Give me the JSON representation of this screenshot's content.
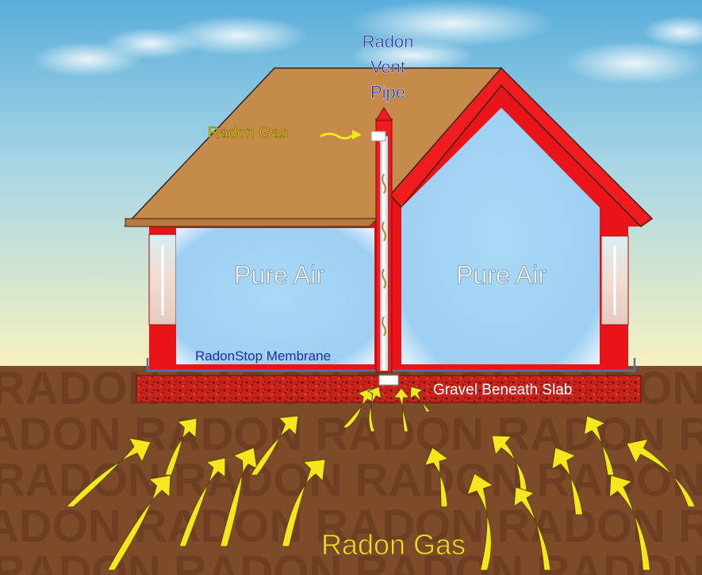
{
  "labels": {
    "vent_pipe": [
      "Radon",
      "Vent",
      "Pipe"
    ],
    "radon_gas_vent": "Radon Gas",
    "pure_air_left": "Pure Air",
    "pure_air_right": "Pure Air",
    "membrane": "RadonStop Membrane",
    "gravel": "Gravel Beneath Slab",
    "radon_gas_bottom": "Radon Gas",
    "soil_watermark": "RADON"
  },
  "colors": {
    "sky_top": "#5fb3dc",
    "sky_bottom": "#f4f0c2",
    "roof": "#c68a4a",
    "wall_red": "#e8141a",
    "room_blue": "#a6d6f5",
    "soil": "#7e4b2b",
    "gravel": "#c81e16",
    "arrow_yellow": "#f5e61e",
    "vent_text": "#1f2fa8",
    "gas_text": "#e0c020",
    "pure_air_text": "#ffffff",
    "membrane_text": "#1f2fa8",
    "gravel_text": "#ffffff"
  }
}
